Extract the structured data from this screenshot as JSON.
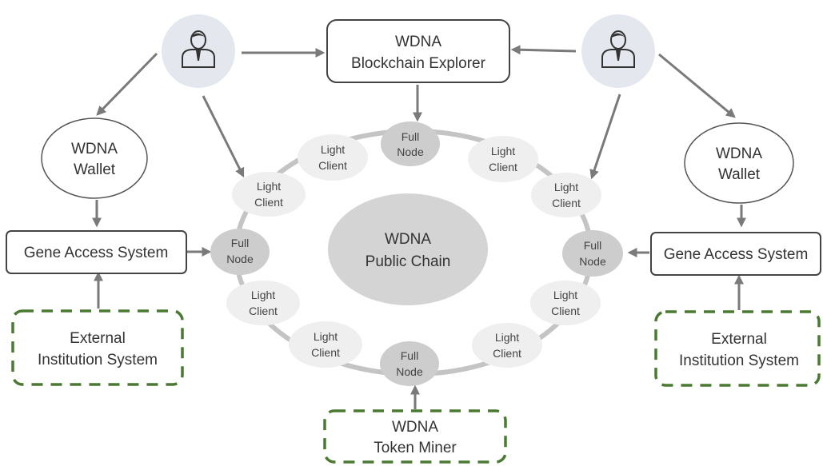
{
  "explorer": {
    "line1": "WDNA",
    "line2": "Blockchain Explorer"
  },
  "users": [
    {
      "icon": "user-icon"
    },
    {
      "icon": "user-icon"
    }
  ],
  "wallet_left": {
    "line1": "WDNA",
    "line2": "Wallet"
  },
  "wallet_right": {
    "line1": "WDNA",
    "line2": "Wallet"
  },
  "gas_left": {
    "label": "Gene Access System"
  },
  "gas_right": {
    "label": "Gene Access System"
  },
  "ext_left": {
    "line1": "External",
    "line2": "Institution System"
  },
  "ext_right": {
    "line1": "External",
    "line2": "Institution System"
  },
  "miner": {
    "line1": "WDNA",
    "line2": "Token Miner"
  },
  "public_chain": {
    "line1": "WDNA",
    "line2": "Public Chain"
  },
  "ring": {
    "full_top": {
      "line1": "Full",
      "line2": "Node"
    },
    "full_left": {
      "line1": "Full",
      "line2": "Node"
    },
    "full_right": {
      "line1": "Full",
      "line2": "Node"
    },
    "full_bottom": {
      "line1": "Full",
      "line2": "Node"
    },
    "light_top_left": {
      "line1": "Light",
      "line2": "Client"
    },
    "light_top_right": {
      "line1": "Light",
      "line2": "Client"
    },
    "light_upper_left": {
      "line1": "Light",
      "line2": "Client"
    },
    "light_upper_right": {
      "line1": "Light",
      "line2": "Client"
    },
    "light_lower_left": {
      "line1": "Light",
      "line2": "Client"
    },
    "light_lower_right": {
      "line1": "Light",
      "line2": "Client"
    },
    "light_bottom_left": {
      "line1": "Light",
      "line2": "Client"
    },
    "light_bottom_right": {
      "line1": "Light",
      "line2": "Client"
    }
  }
}
